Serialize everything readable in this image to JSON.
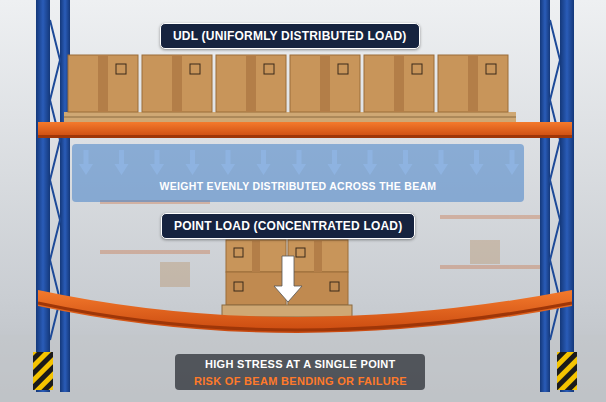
{
  "diagram": {
    "nodes": [
      {
        "text": [
          "UDL (UNIFORMLY DISTRIBUTED LOAD)"
        ]
      },
      {
        "text": [
          "WEIGHT EVENLY DISTRIBUTED ACROSS THE BEAM"
        ]
      },
      {
        "text": [
          "POINT LOAD (CONCENTRATED LOAD)"
        ]
      }
    ],
    "labels": [
      "HIGH STRESS AT A SINGLE POINT",
      "RISK OF BEAM BENDING OR FAILURE"
    ]
  }
}
